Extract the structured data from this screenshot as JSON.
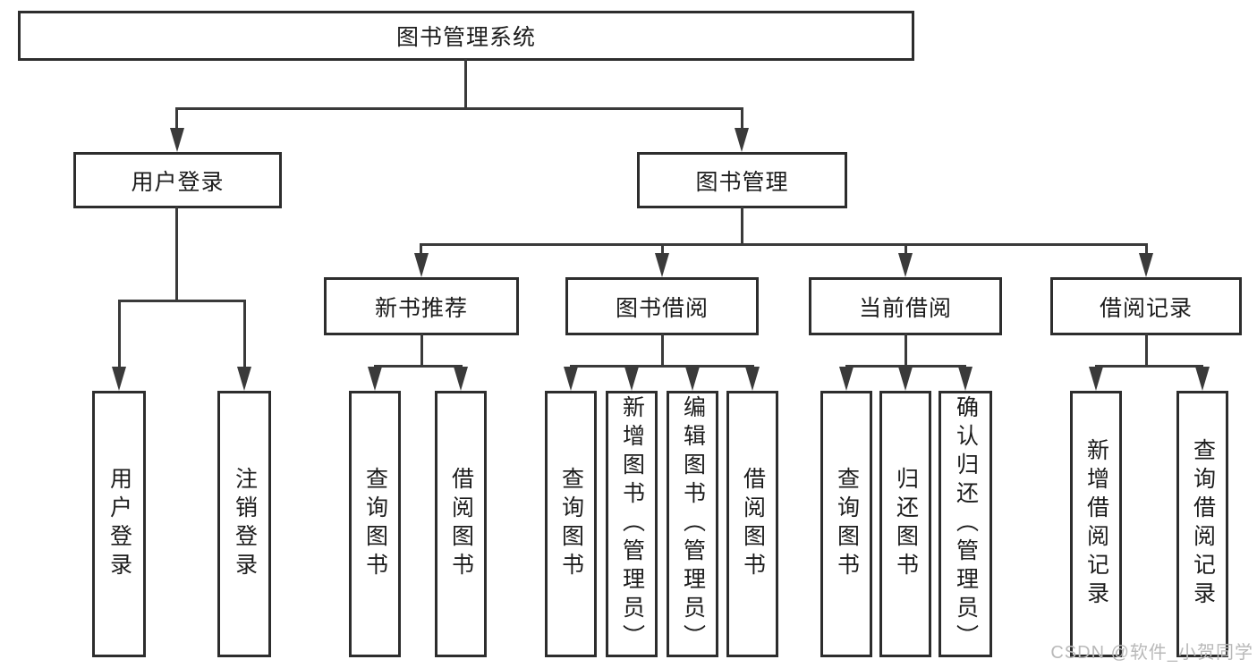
{
  "diagram": {
    "title": "图书管理系统",
    "nodes": {
      "root": {
        "label": "图书管理系统"
      },
      "user_login": {
        "label": "用户登录"
      },
      "book_mgmt": {
        "label": "图书管理"
      },
      "new_book_rec": {
        "label": "新书推荐"
      },
      "book_borrow": {
        "label": "图书借阅"
      },
      "current_borrow": {
        "label": "当前借阅"
      },
      "borrow_records": {
        "label": "借阅记录"
      },
      "leaf_user_login": {
        "label": "用户登录"
      },
      "leaf_logout": {
        "label": "注销登录"
      },
      "rec_query_books": {
        "label": "查询图书"
      },
      "rec_borrow_books": {
        "label": "借阅图书"
      },
      "bb_query_books": {
        "label": "查询图书"
      },
      "bb_add_books": {
        "label": "新增图书（管理员）"
      },
      "bb_edit_books": {
        "label": "编辑图书（管理员）"
      },
      "bb_borrow_books": {
        "label": "借阅图书"
      },
      "cb_query_books": {
        "label": "查询图书"
      },
      "cb_return_books": {
        "label": "归还图书"
      },
      "cb_confirm_return": {
        "label": "确认归还（管理员）"
      },
      "br_add_record": {
        "label": "新增借阅记录"
      },
      "br_query_record": {
        "label": "查询借阅记录"
      }
    },
    "watermark": "CSDN @软件_小贺同学"
  },
  "colors": {
    "background": "#ffffff",
    "border": "#2d2d2d",
    "line": "#3a3a3a",
    "text": "#1c1c1c",
    "watermark": "#b9b9b9"
  }
}
